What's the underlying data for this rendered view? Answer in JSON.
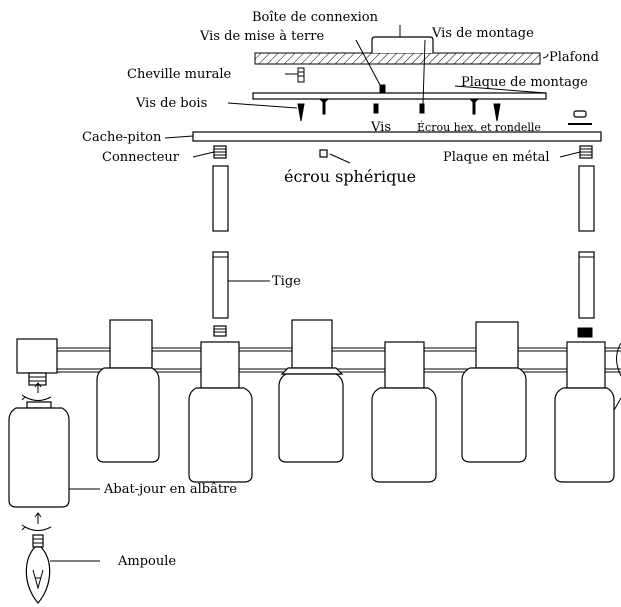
{
  "diagram": {
    "labels": {
      "junction_box": "Boîte de connexion",
      "mounting_screw": "Vis de montage",
      "ground_screw": "Vis de mise à terre",
      "ceiling": "Plafond",
      "wall_anchor": "Cheville murale",
      "mounting_plate": "Plaque de montage",
      "wood_screw": "Vis de bois",
      "screw": "Vis",
      "hex_nut_washer": "Écrou hex. et rondelle",
      "canopy": "Cache-piton",
      "connector": "Connecteur",
      "metal_plate": "Plaque en métal",
      "ball_nut": "écrou sphérique",
      "rod": "Tige",
      "alabaster_shade": "Abat-jour en albâtre",
      "bulb": "Ampoule"
    }
  }
}
